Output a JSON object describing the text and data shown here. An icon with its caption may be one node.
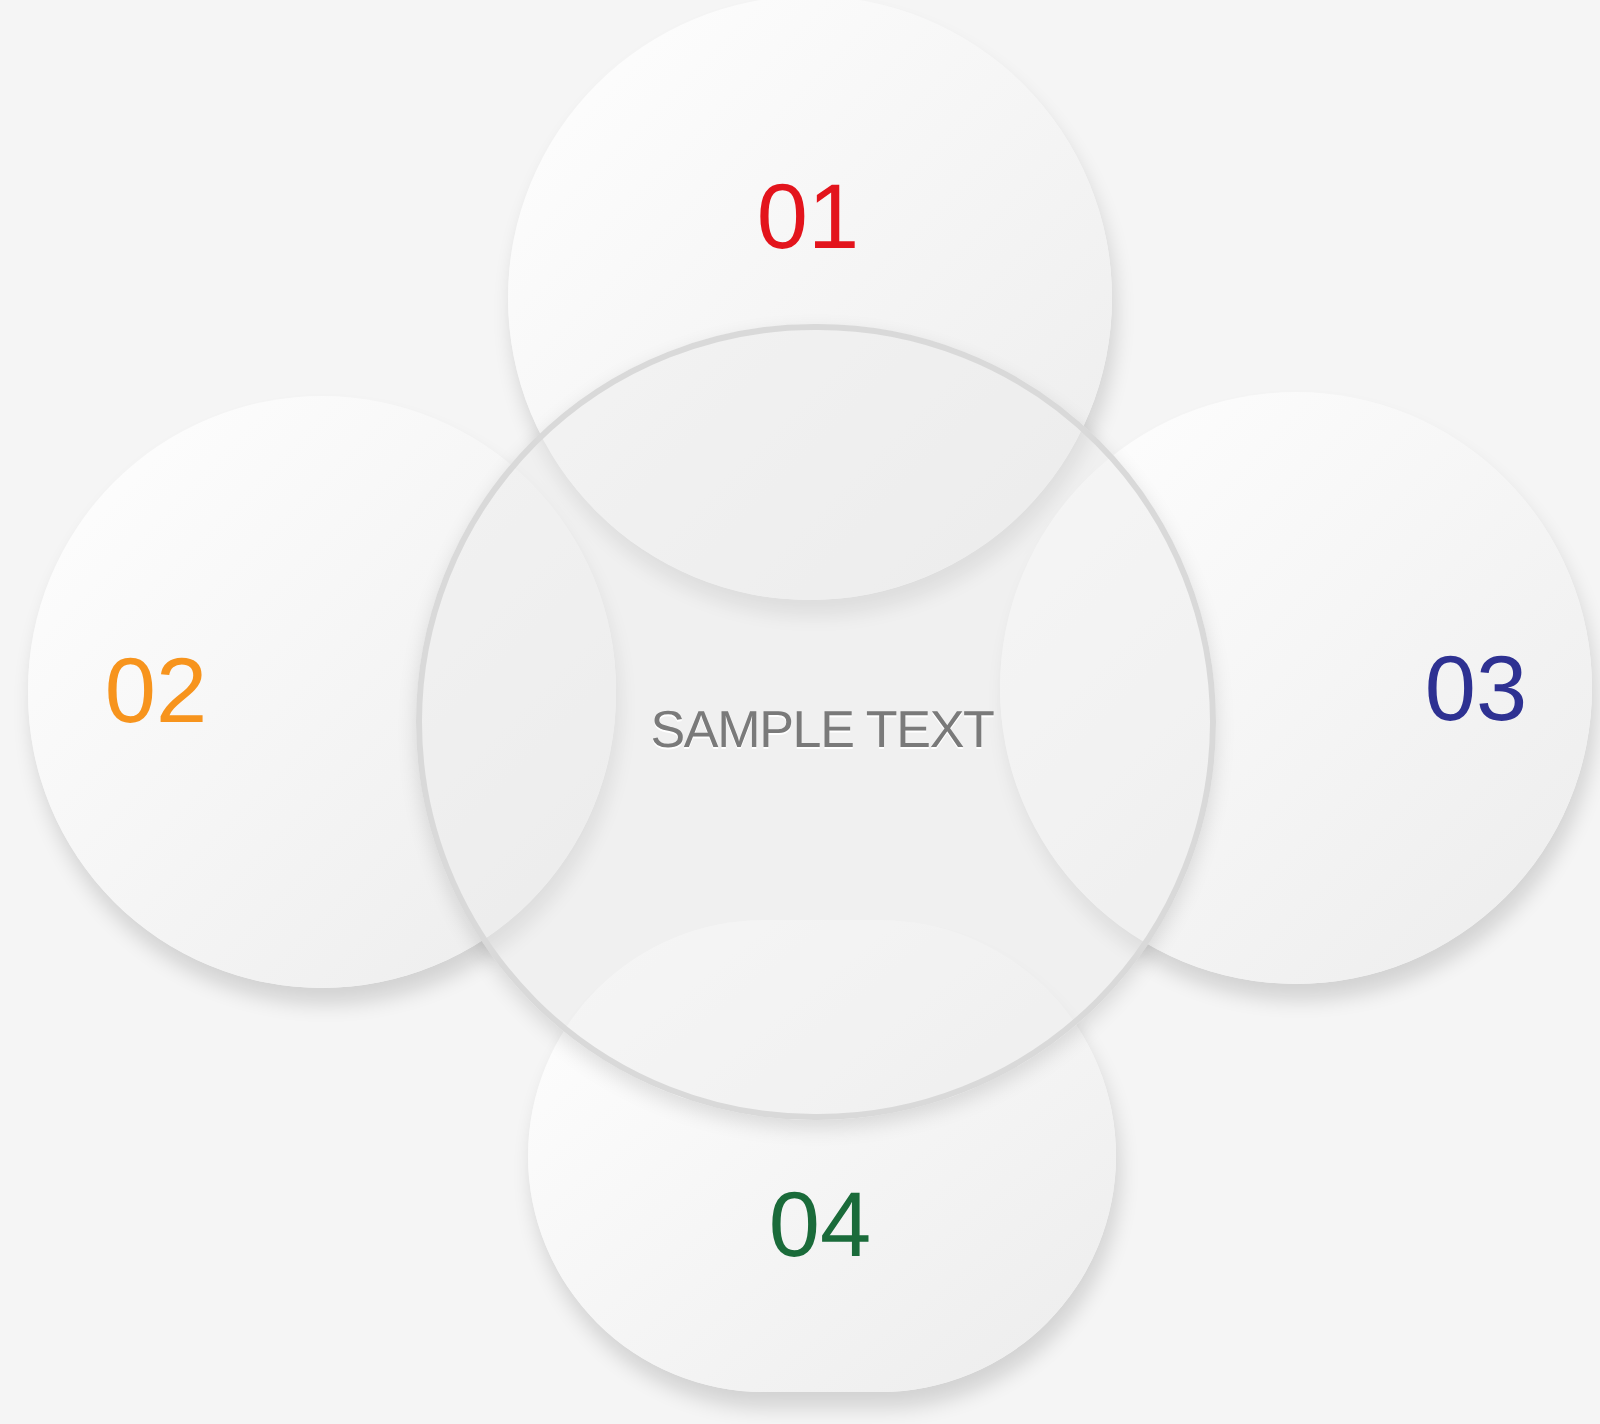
{
  "diagram": {
    "nodes": [
      {
        "text": [
          "01"
        ]
      },
      {
        "text": [
          "02"
        ]
      },
      {
        "text": [
          "SAMPLE TEXT"
        ]
      },
      {
        "text": [
          "03"
        ]
      },
      {
        "text": [
          "04"
        ]
      }
    ]
  }
}
